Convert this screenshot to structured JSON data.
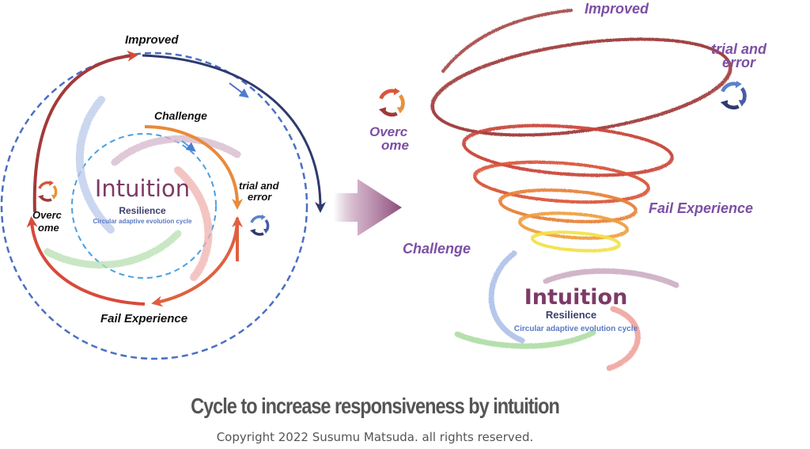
{
  "left_diagram": {
    "labels": {
      "improved": "Improved",
      "challenge": "Challenge",
      "trial_and_error_line1": "trial and",
      "trial_and_error_line2": "error",
      "overcome_line1": "Overc",
      "overcome_line2": "ome",
      "fail_experience": "Fail Experience"
    },
    "center": {
      "title": "Intuition",
      "subtitle": "Resilience",
      "caption": "Circular adaptive evolution cycle"
    },
    "icons": [
      "overcome-cycle-icon",
      "trial-and-error-cycle-icon"
    ]
  },
  "transition_arrow": {
    "icon": "right-arrow-icon",
    "color": "#8a4a78"
  },
  "right_diagram": {
    "labels": {
      "improved": "Improved",
      "trial_and_error_line1": "trial and",
      "trial_and_error_line2": "error",
      "overcome_line1": "Overc",
      "overcome_line2": "ome",
      "fail_experience": "Fail Experience",
      "challenge": "Challenge"
    },
    "center": {
      "title": "Intuition",
      "subtitle": "Resilience",
      "caption": "Circular adaptive evolution cycle"
    },
    "spiral_colors": [
      "#9e3a3a",
      "#c9453a",
      "#d9553a",
      "#e8823a",
      "#f0a040",
      "#f2e24a"
    ],
    "icons": [
      "overcome-cycle-icon",
      "trial-and-error-cycle-icon"
    ]
  },
  "colors": {
    "label_purple": "#7c4fa5",
    "intuition": "#7d3a66",
    "resilience": "#3c3f6e",
    "dashed_blue": "#4a6fc4",
    "navy": "#2f3a6e"
  },
  "footer": {
    "title": "Cycle to increase responsiveness by intuition",
    "copyright": "Copyright 2022 Susumu Matsuda. all rights reserved."
  }
}
